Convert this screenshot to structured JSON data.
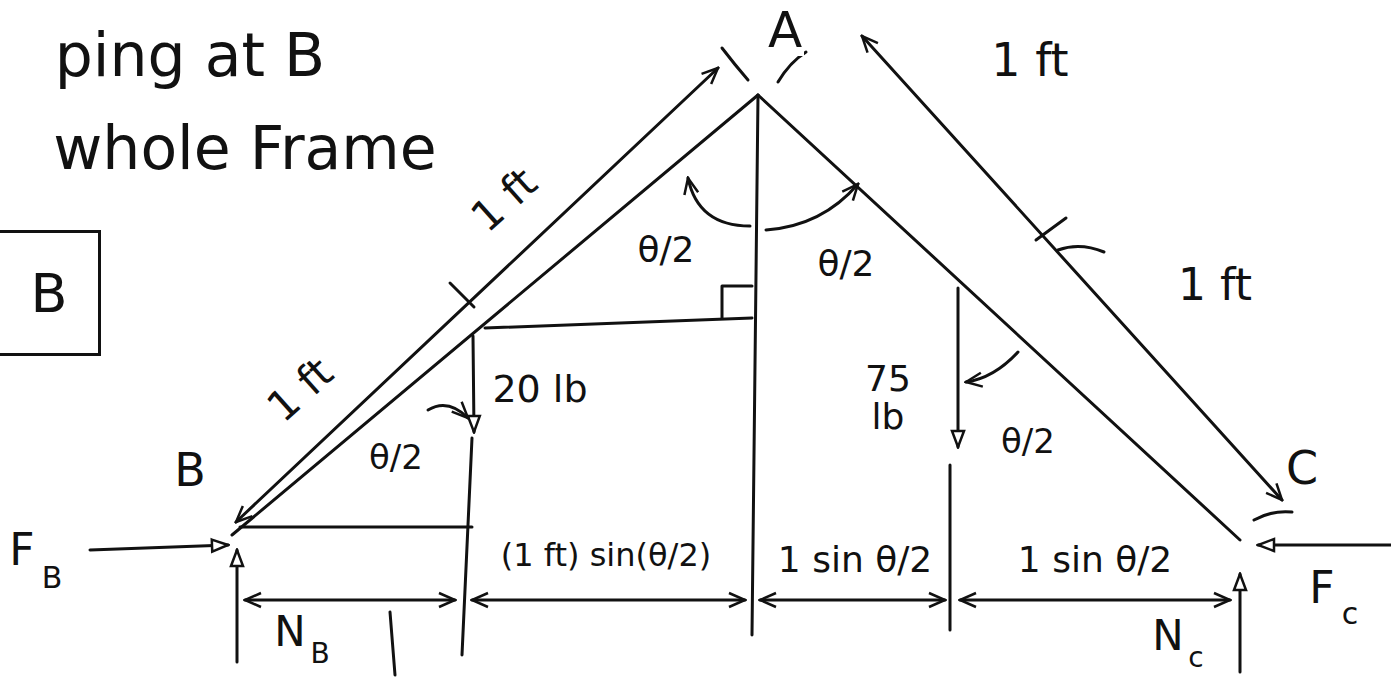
{
  "diagram": {
    "nodes": [
      {
        "text": [
          "B"
        ]
      }
    ],
    "labels": [
      "ping at B",
      "whole Frame",
      "A",
      "1 ft",
      "1 ft",
      "1 ft",
      "1 ft",
      "θ/2",
      "θ/2",
      "20 lb",
      "θ/2",
      "75 lb",
      "θ/2",
      "B",
      "C",
      "F",
      "B",
      "F",
      "c",
      "N",
      "B",
      "N",
      "c",
      "(1 ft) sin(θ/2)",
      "1 sin θ/2",
      "1 sin θ/2"
    ]
  }
}
